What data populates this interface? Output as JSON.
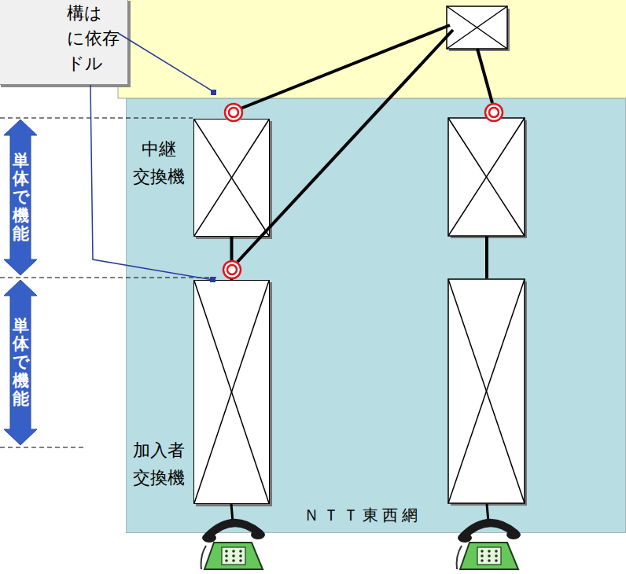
{
  "diagram": {
    "nodes": [
      {
        "text": [
          "構は に依存 ドル"
        ]
      },
      {
        "text": [
          "ＮＴＴ東西網"
        ]
      },
      {
        "text": [
          "中継 交換機"
        ],
        "in": 1
      },
      {
        "text": [
          "加入者 交換機"
        ],
        "in": 1
      },
      {
        "text": [
          "単体で機能"
        ]
      },
      {
        "text": [
          "単体で機能"
        ]
      }
    ],
    "edges": [
      {
        "from": 2,
        "to": 3,
        "arrow": "none"
      }
    ]
  }
}
